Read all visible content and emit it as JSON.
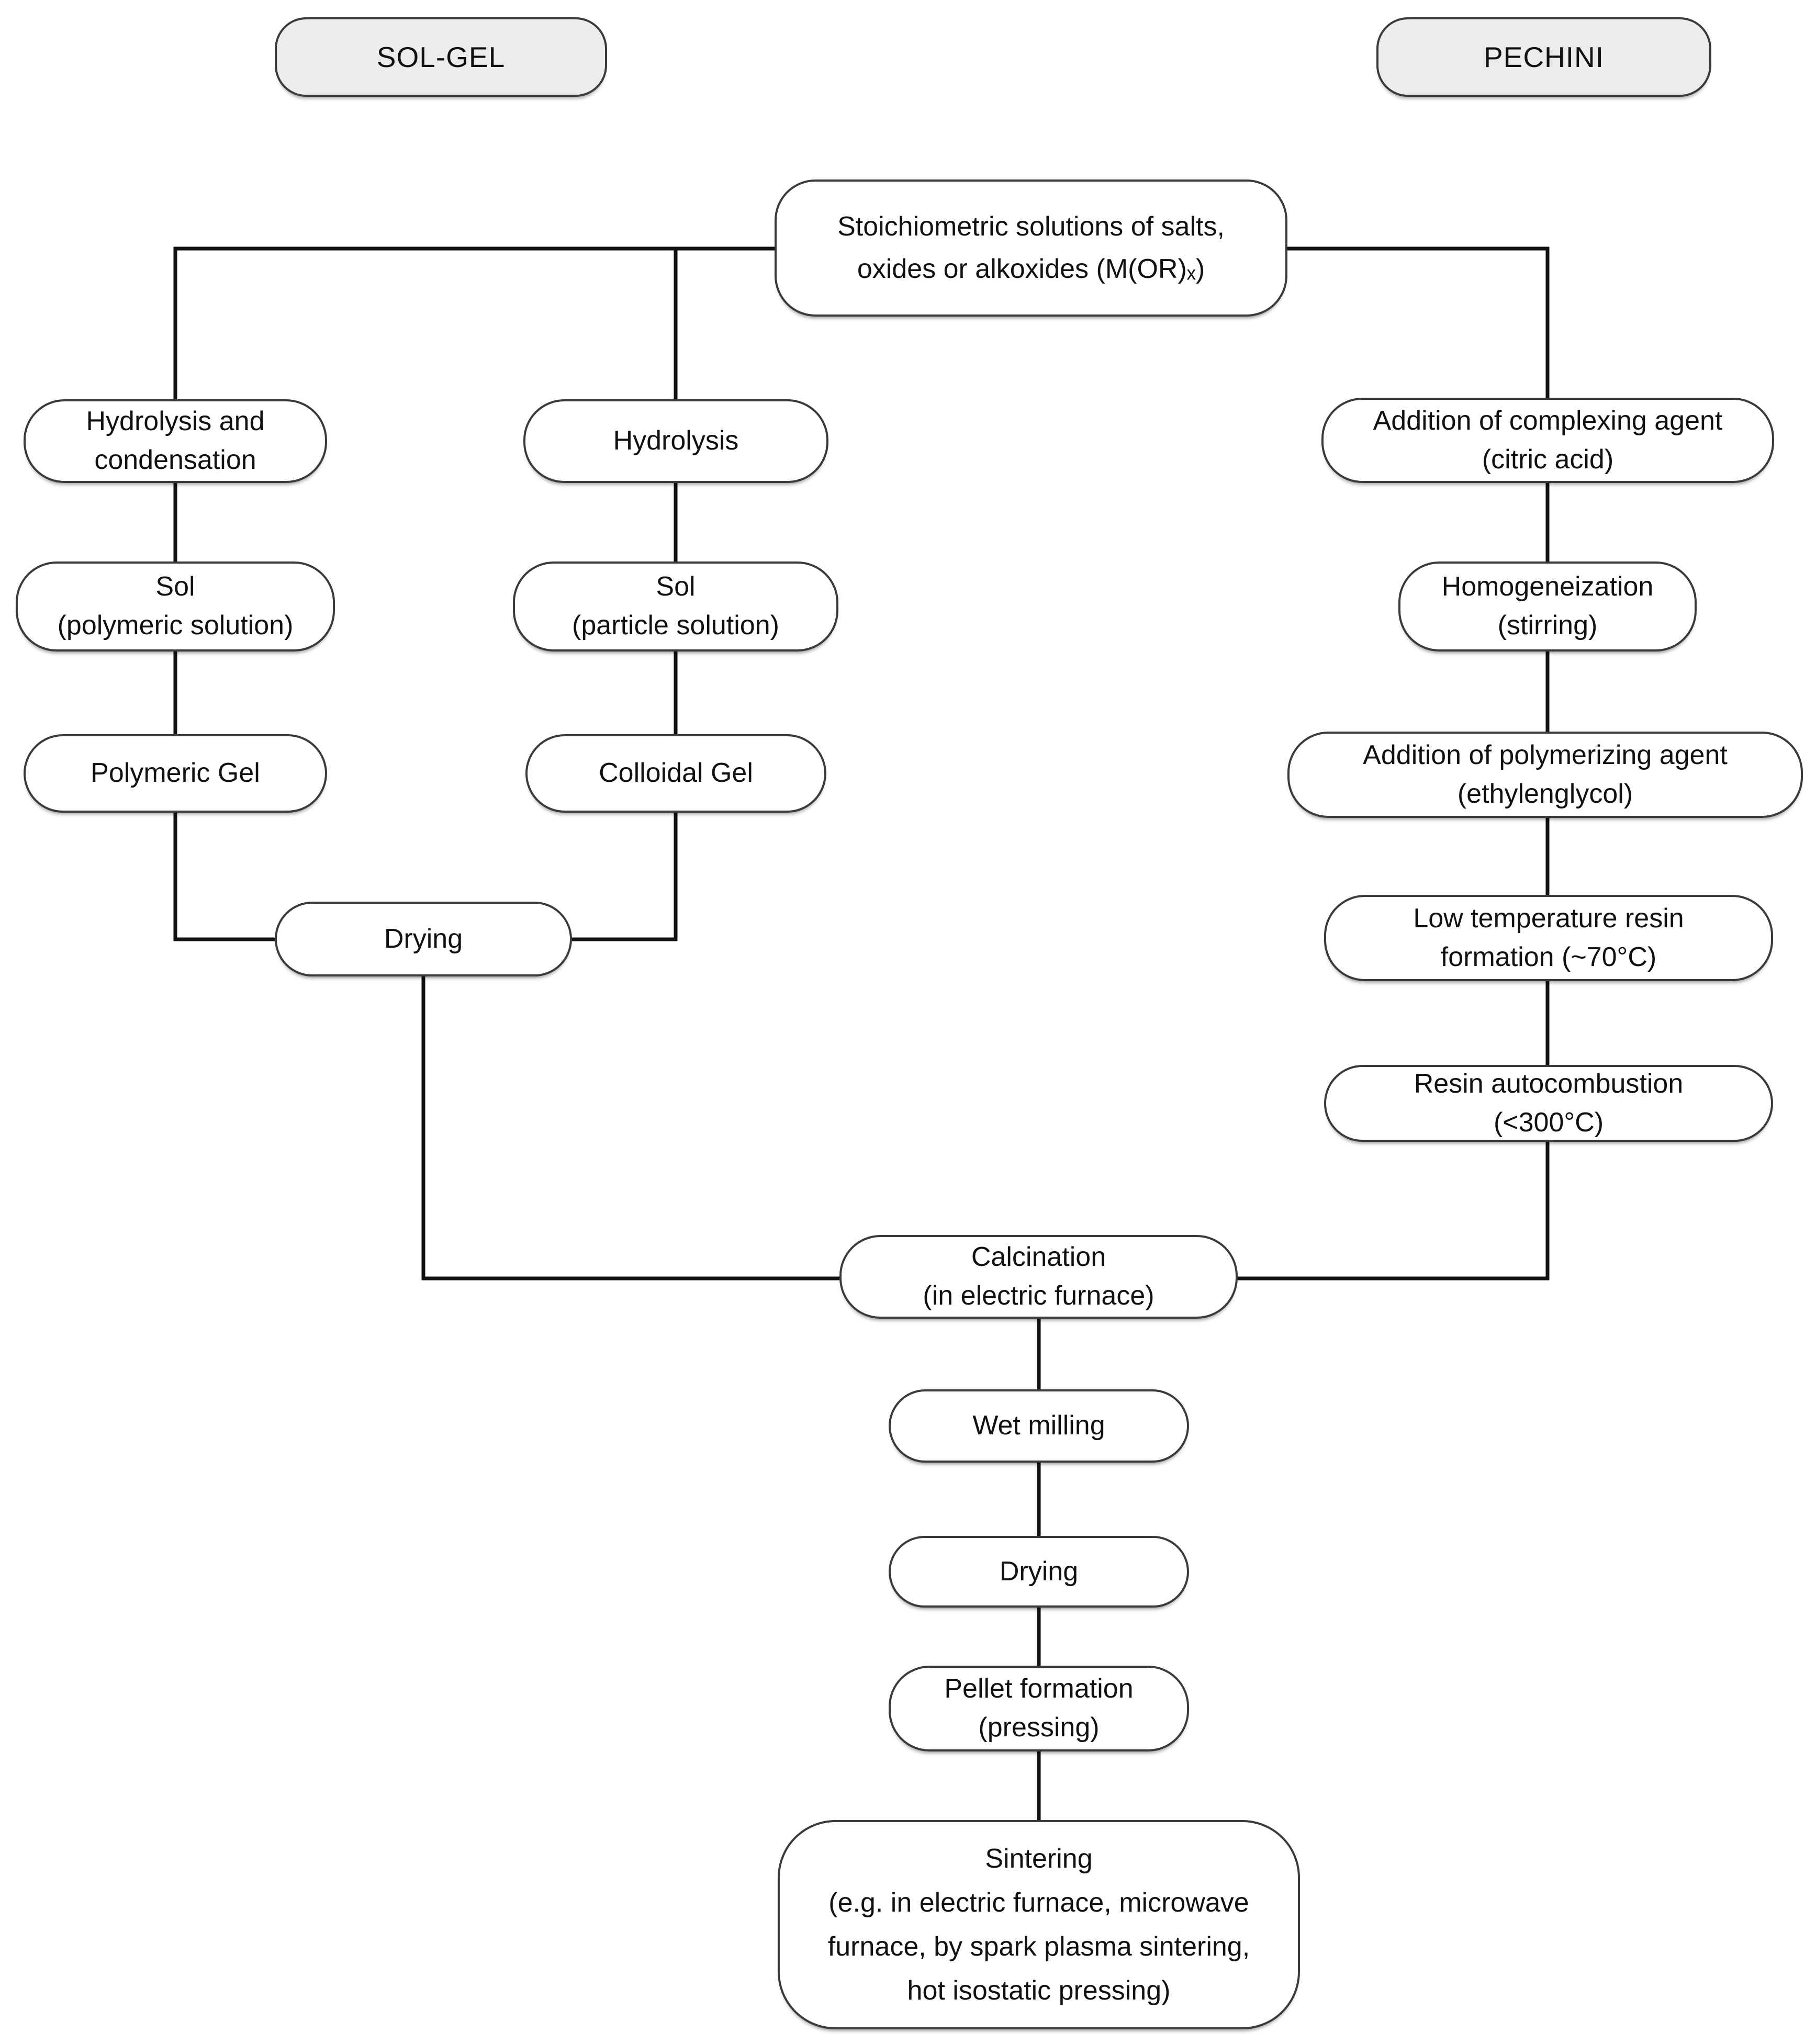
{
  "colors": {
    "background": "#ffffff",
    "box_fill": "#ffffff",
    "header_fill": "#ececec",
    "border": "#3a3a3a",
    "line": "#111111",
    "text": "#111111"
  },
  "headers": {
    "sol_gel": "SOL-GEL",
    "pechini": "PECHINI"
  },
  "nodes": {
    "stoichiometric": {
      "lines": [
        "Stoichiometric solutions of salts,",
        "oxides or alkoxides (M(OR)ₓ)"
      ]
    },
    "hydrolysis_condensation": {
      "lines": [
        "Hydrolysis and",
        "condensation"
      ]
    },
    "hydrolysis": {
      "lines": [
        "Hydrolysis"
      ]
    },
    "complexing_agent": {
      "lines": [
        "Addition of complexing agent",
        "(citric acid)"
      ]
    },
    "sol_polymeric": {
      "lines": [
        "Sol",
        "(polymeric solution)"
      ]
    },
    "sol_particle": {
      "lines": [
        "Sol",
        "(particle solution)"
      ]
    },
    "homogeneization": {
      "lines": [
        "Homogeneization",
        "(stirring)"
      ]
    },
    "polymeric_gel": {
      "lines": [
        "Polymeric Gel"
      ]
    },
    "colloidal_gel": {
      "lines": [
        "Colloidal Gel"
      ]
    },
    "polymerizing_agent": {
      "lines": [
        "Addition of polymerizing agent",
        "(ethylenglycol)"
      ]
    },
    "drying_solgel": {
      "lines": [
        "Drying"
      ]
    },
    "low_temp_resin": {
      "lines": [
        "Low temperature resin",
        "formation (~70°C)"
      ]
    },
    "resin_autocombustion": {
      "lines": [
        "Resin autocombustion",
        "(<300°C)"
      ]
    },
    "calcination": {
      "lines": [
        "Calcination",
        "(in electric furnace)"
      ]
    },
    "wet_milling": {
      "lines": [
        "Wet milling"
      ]
    },
    "drying_final": {
      "lines": [
        "Drying"
      ]
    },
    "pellet_formation": {
      "lines": [
        "Pellet formation",
        "(pressing)"
      ]
    },
    "sintering": {
      "lines": [
        "Sintering",
        "(e.g. in electric furnace, microwave",
        "furnace, by spark plasma sintering,",
        "hot isostatic pressing)"
      ]
    }
  }
}
